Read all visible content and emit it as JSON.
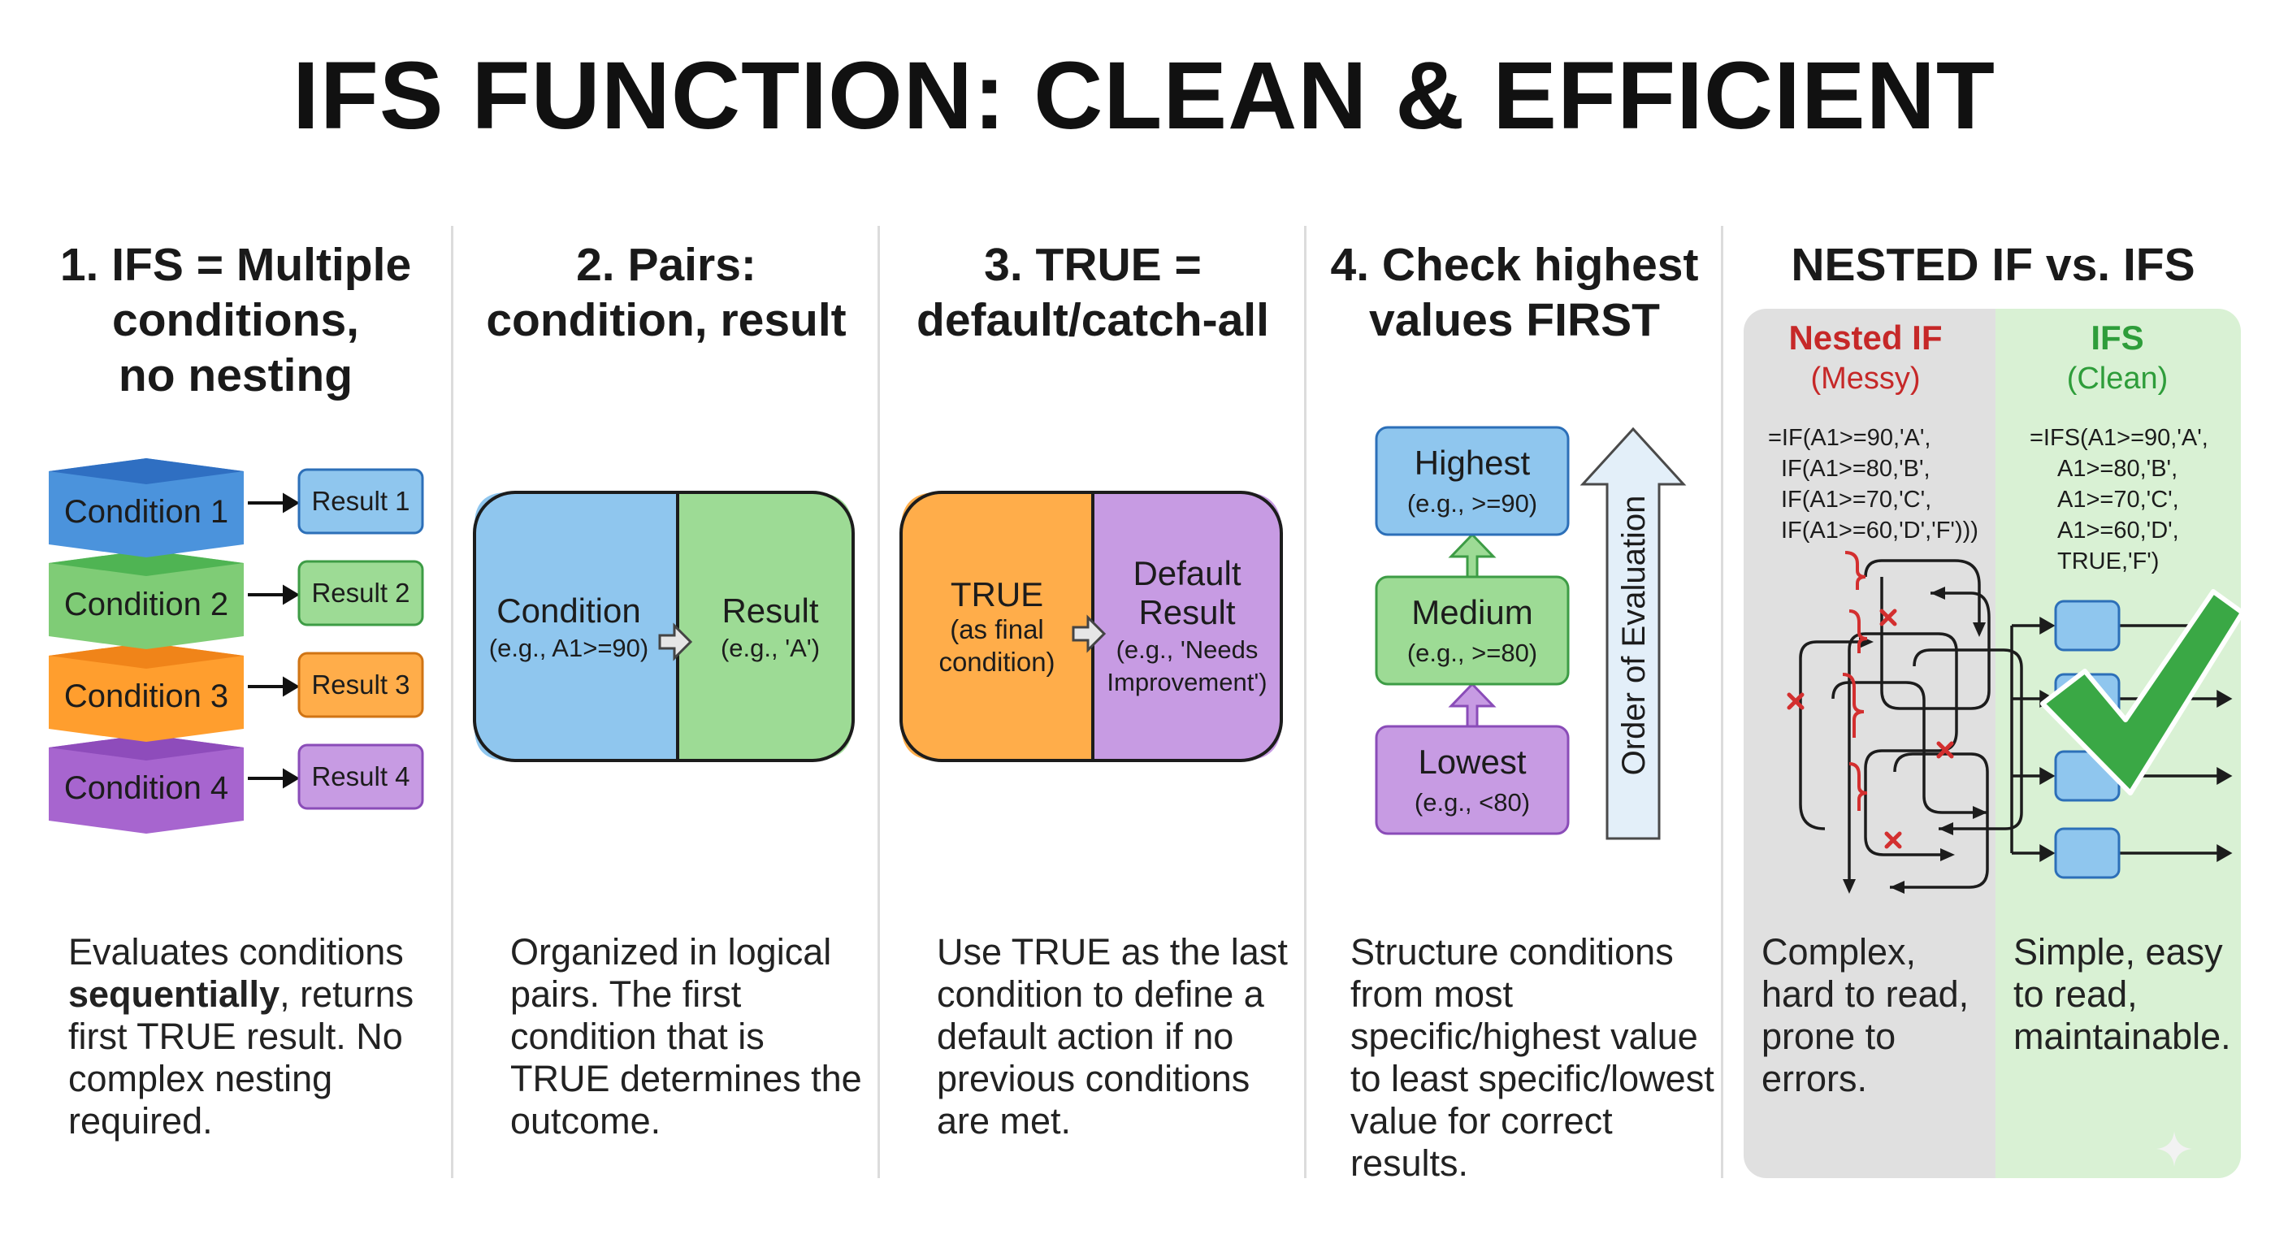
{
  "title": "IFS FUNCTION: CLEAN & EFFICIENT",
  "colors": {
    "blue": "#8fc6ee",
    "blue_dark": "#3d7fd0",
    "green": "#9ddb95",
    "green_dark": "#4db45a",
    "orange": "#ffad4a",
    "purple": "#c79be3",
    "nested_red": "#c62828",
    "ifs_green": "#2e9d3a",
    "gray_panel": "#e0e0e0",
    "green_panel": "#d9f1d4"
  },
  "col1": {
    "title": "1. IFS = Multiple\nconditions,\nno nesting",
    "conditions": [
      "Condition 1",
      "Condition 2",
      "Condition 3",
      "Condition 4"
    ],
    "results": [
      "Result 1",
      "Result 2",
      "Result 3",
      "Result 4"
    ],
    "desc_1": "Evaluates conditions",
    "desc_bold": "sequentially",
    "desc_2": ", returns first TRUE result. No complex nesting required."
  },
  "col2": {
    "title": "2. Pairs:\ncondition, result",
    "left_label": "Condition",
    "left_sub": "(e.g., A1>=90)",
    "right_label": "Result",
    "right_sub": "(e.g., 'A')",
    "desc": "Organized in logical pairs. The first condition that is TRUE determines the outcome."
  },
  "col3": {
    "title": "3. TRUE =\ndefault/catch-all",
    "left_label": "TRUE",
    "left_sub_1": "(as final",
    "left_sub_2": "condition)",
    "right_label_1": "Default",
    "right_label_2": "Result",
    "right_sub_1": "(e.g., 'Needs",
    "right_sub_2": "Improvement')",
    "desc": "Use TRUE as the last condition to define a default action if no previous conditions are met."
  },
  "col4": {
    "title": "4. Check highest\nvalues FIRST",
    "levels": [
      {
        "label": "Highest",
        "sub": "(e.g., >=90)"
      },
      {
        "label": "Medium",
        "sub": "(e.g., >=80)"
      },
      {
        "label": "Lowest",
        "sub": "(e.g., <80)"
      }
    ],
    "arrow_label": "Order of Evaluation",
    "desc": "Structure conditions from most specific/highest value to least specific/lowest value for correct results."
  },
  "col5": {
    "title": "NESTED IF vs. IFS",
    "nested": {
      "heading": "Nested IF",
      "sub": "(Messy)",
      "code": [
        "=IF(A1>=90,'A',",
        "IF(A1>=80,'B',",
        "IF(A1>=70,'C',",
        "IF(A1>=60,'D','F')))"
      ],
      "desc": "Complex, hard to read, prone to errors."
    },
    "ifs": {
      "heading": "IFS",
      "sub": "(Clean)",
      "code": [
        "=IFS(A1>=90,'A',",
        "A1>=80,'B',",
        "A1>=70,'C',",
        "A1>=60,'D',",
        "TRUE,'F')"
      ],
      "desc": "Simple, easy to read, maintainable."
    }
  }
}
